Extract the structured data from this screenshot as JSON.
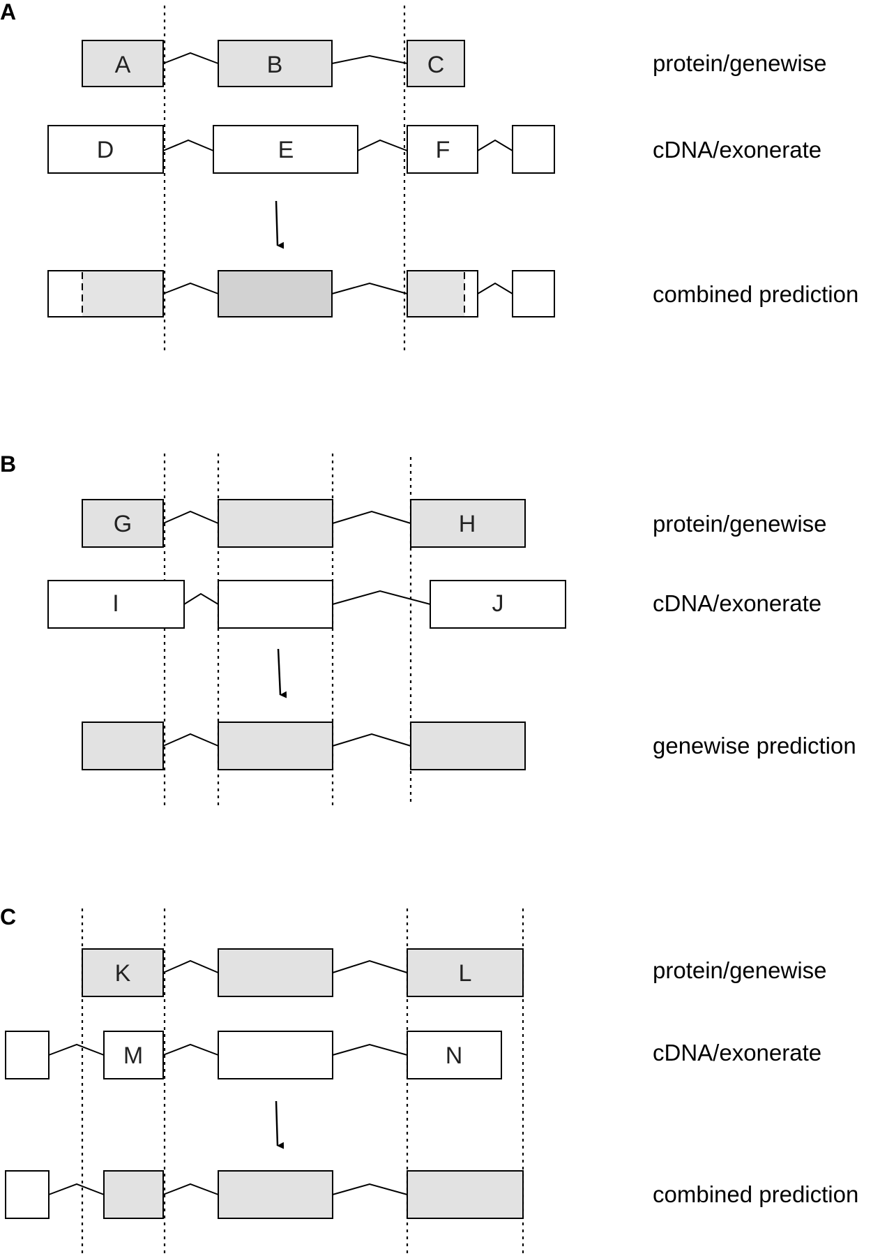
{
  "colors": {
    "protein_fill": "#e2e2e2",
    "cdna_fill": "#ffffff",
    "combined_fill": "#e4e4e4",
    "combined_core_fill": "#d2d2d2",
    "stroke": "#000000"
  },
  "panels": [
    {
      "label": "A",
      "row_labels": [
        "protein/genewise",
        "cDNA/exonerate",
        "combined prediction"
      ],
      "exon_labels": [
        "A",
        "B",
        "C",
        "D",
        "E",
        "F"
      ]
    },
    {
      "label": "B",
      "row_labels": [
        "protein/genewise",
        "cDNA/exonerate",
        "genewise prediction"
      ],
      "exon_labels": [
        "G",
        "H",
        "I",
        "J"
      ]
    },
    {
      "label": "C",
      "row_labels": [
        "protein/genewise",
        "cDNA/exonerate",
        "combined prediction"
      ],
      "exon_labels": [
        "K",
        "L",
        "M",
        "N"
      ]
    }
  ]
}
